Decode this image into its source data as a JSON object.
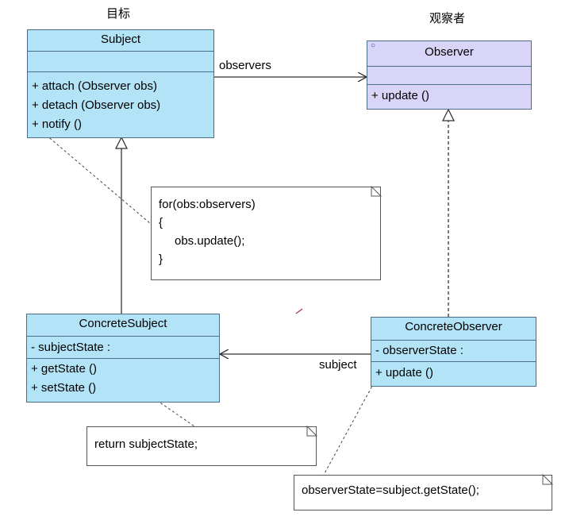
{
  "labels": {
    "target": "目标",
    "observer_cn": "观察者"
  },
  "subject": {
    "name": "Subject",
    "operations": [
      "+ attach (Observer obs)",
      "+ detach (Observer obs)",
      "+ notify ()"
    ]
  },
  "observer": {
    "stereotype_mark": "○",
    "name": "Observer",
    "operations": [
      "+ update ()"
    ]
  },
  "concrete_subject": {
    "name": "ConcreteSubject",
    "attributes": [
      "- subjectState  :"
    ],
    "operations": [
      "+ getState ()",
      "+ setState ()"
    ]
  },
  "concrete_observer": {
    "name": "ConcreteObserver",
    "attributes": [
      "- observerState  :"
    ],
    "operations": [
      "+ update ()"
    ]
  },
  "associations": {
    "observers": "observers",
    "subject": "subject"
  },
  "notes": {
    "notify": [
      "for(obs:observers)",
      "{",
      "obs.update();",
      "}"
    ],
    "getstate": [
      "return subjectState;"
    ],
    "update": [
      "observerState=subject.getState();"
    ]
  },
  "colors": {
    "class_fill": "#b3e3f7",
    "interface_fill": "#d9d5f8",
    "border": "#4b6e8c"
  }
}
